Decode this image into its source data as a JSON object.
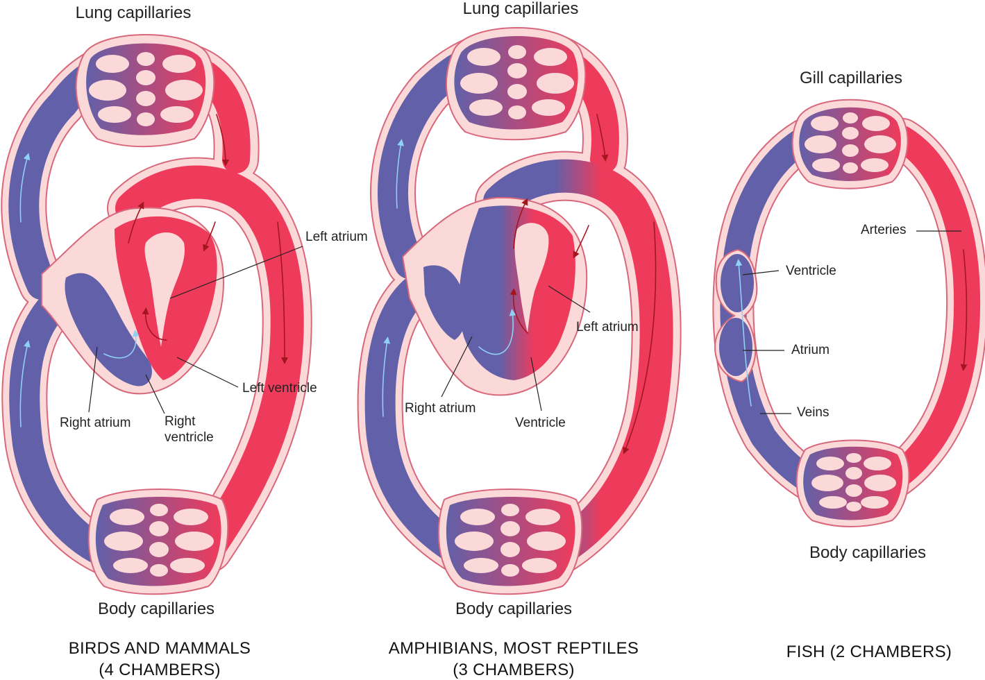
{
  "colors": {
    "oxygenated": "#ef3b5b",
    "deoxygenated": "#6260a8",
    "tissue": "#fbd9d9",
    "outline": "#d8677b",
    "flow_deoxygenated": "#8fd0f5",
    "flow_oxygenated": "#a3161f"
  },
  "icons": {
    "flow_direction": "arrow-icon",
    "capillary_bed": "capillary-lobes-icon"
  },
  "birds": {
    "top_label": "Lung capillaries",
    "bottom_label": "Body capillaries",
    "title_line1": "BIRDS AND MAMMALS",
    "title_line2": "(4  CHAMBERS)",
    "left_atrium": "Left atrium",
    "left_ventricle": "Left ventricle",
    "right_atrium": "Right atrium",
    "right_ventricle_line1": "Right",
    "right_ventricle_line2": "ventricle"
  },
  "amphibians": {
    "top_label": "Lung capillaries",
    "bottom_label": "Body capillaries",
    "title_line1": "AMPHIBIANS, MOST REPTILES",
    "title_line2": "(3 CHAMBERS)",
    "left_atrium": "Left atrium",
    "right_atrium": "Right atrium",
    "ventricle": "Ventricle"
  },
  "fish": {
    "top_label": "Gill capillaries",
    "bottom_label": "Body capillaries",
    "title": "FISH (2 CHAMBERS)",
    "arteries": "Arteries",
    "ventricle": "Ventricle",
    "atrium": "Atrium",
    "veins": "Veins"
  }
}
